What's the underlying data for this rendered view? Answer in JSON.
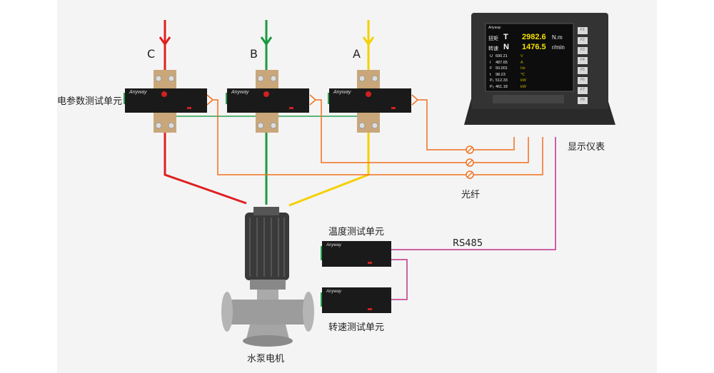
{
  "phases": [
    "C",
    "B",
    "A"
  ],
  "labels": {
    "power_unit": "电参数测试单元",
    "display": "显示仪表",
    "fiber": "光纤",
    "rs485": "RS485",
    "temp_unit": "温度测试单元",
    "speed_unit": "转速测试单元",
    "pump": "水泵电机"
  },
  "brand": "Anyway",
  "display_screen": {
    "torque": {
      "name": "扭矩",
      "symbol": "T",
      "value": "2982.6",
      "unit": "N.m"
    },
    "speed": {
      "name": "转速",
      "symbol": "N",
      "value": "1476.5",
      "unit": "r/min"
    },
    "rows": [
      {
        "sym": "U",
        "val": "690.21",
        "unit": "V"
      },
      {
        "sym": "I",
        "val": "487.65",
        "unit": "A"
      },
      {
        "sym": "F",
        "val": "50.001",
        "unit": "Hz"
      },
      {
        "sym": "t",
        "val": "98.23",
        "unit": "℃"
      },
      {
        "sym": "P₁",
        "val": "512.33",
        "unit": "kW"
      },
      {
        "sym": "P₂",
        "val": "461.18",
        "unit": "kW"
      }
    ],
    "fkeys": [
      "F1",
      "F2",
      "F3",
      "F4",
      "F5",
      "F6",
      "F7",
      "F8"
    ]
  },
  "colors": {
    "phase_c": "#e02020",
    "phase_b": "#1a9a40",
    "phase_a": "#f5d000",
    "fiber": "#f07020",
    "rs485": "#c0308a",
    "signal": "#2aa050"
  }
}
